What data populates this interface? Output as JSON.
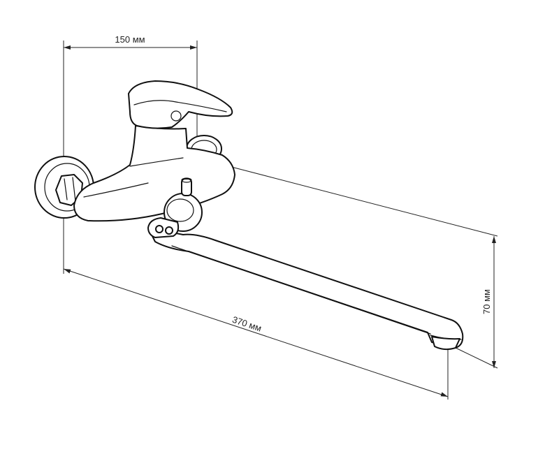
{
  "dimensions": {
    "width_label": "150 мм",
    "length_label": "370 мм",
    "height_label": "70 мм"
  }
}
